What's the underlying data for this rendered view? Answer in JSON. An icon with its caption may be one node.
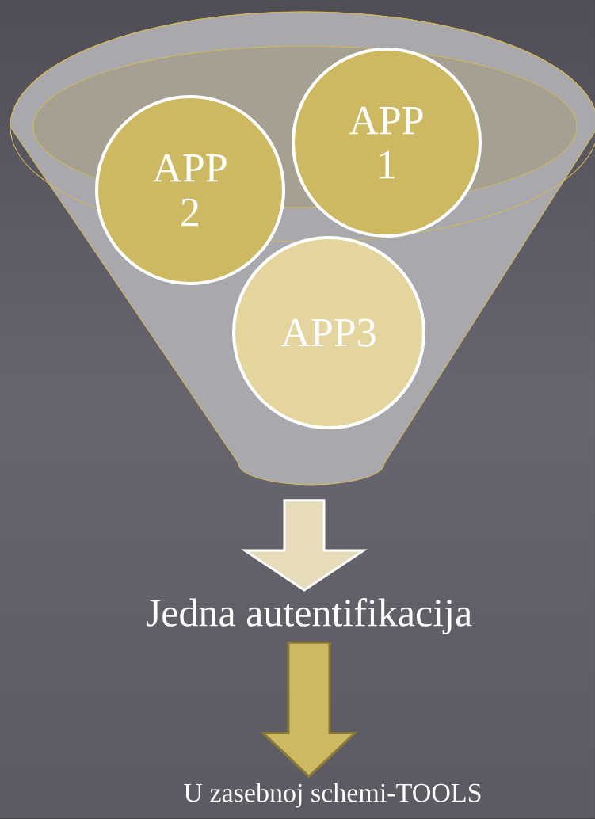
{
  "diagram": {
    "nodes": [
      {
        "text": [],
        "shape": "funnel"
      },
      {
        "text": [
          "APP 1"
        ],
        "in": 0
      },
      {
        "text": [
          "APP 2"
        ],
        "in": 0
      },
      {
        "text": [
          "APP3"
        ],
        "in": 0
      },
      {
        "text": [
          "Jedna autentifikacija"
        ]
      },
      {
        "text": [
          "U zasebnoj schemi-TOOLS"
        ]
      }
    ],
    "edges": [
      {
        "from": 0,
        "to": 4,
        "arrow": "to",
        "color": "#e6dcb9"
      },
      {
        "from": 4,
        "to": 5,
        "arrow": "to",
        "color": "#cdb961"
      }
    ]
  }
}
